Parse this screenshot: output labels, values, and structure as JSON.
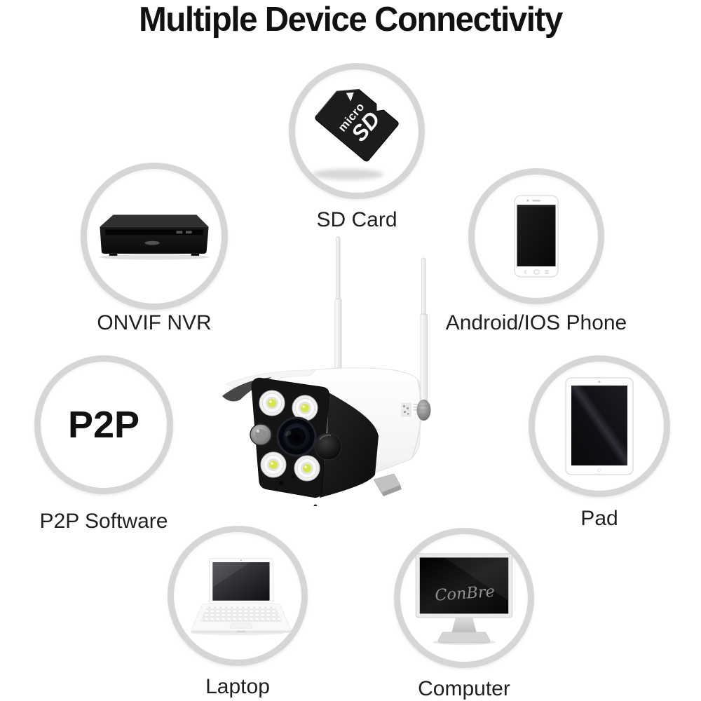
{
  "title": "Multiple Device Connectivity",
  "colors": {
    "background": "#ffffff",
    "title": "#111111",
    "label": "#1f1f1f",
    "ring": "#d6d6d6",
    "led_glow": "#d7e44e"
  },
  "nodes": [
    {
      "id": "sd-card",
      "label": "SD Card",
      "icon": "micro-sd-card-icon",
      "card_text_line1": "micro",
      "card_text_line2": "SD"
    },
    {
      "id": "onvif-nvr",
      "label": "ONVIF NVR",
      "icon": "nvr-recorder-icon"
    },
    {
      "id": "android-ios-phone",
      "label": "Android/IOS Phone",
      "icon": "smartphone-icon"
    },
    {
      "id": "p2p-software",
      "label": "P2P Software",
      "icon": "p2p-text",
      "circle_text": "P2P"
    },
    {
      "id": "pad",
      "label": "Pad",
      "icon": "tablet-icon"
    },
    {
      "id": "laptop",
      "label": "Laptop",
      "icon": "laptop-icon"
    },
    {
      "id": "computer",
      "label": "Computer",
      "icon": "desktop-monitor-icon",
      "screen_text": "ConBre"
    }
  ],
  "center": {
    "icon": "wifi-bullet-camera-icon"
  }
}
